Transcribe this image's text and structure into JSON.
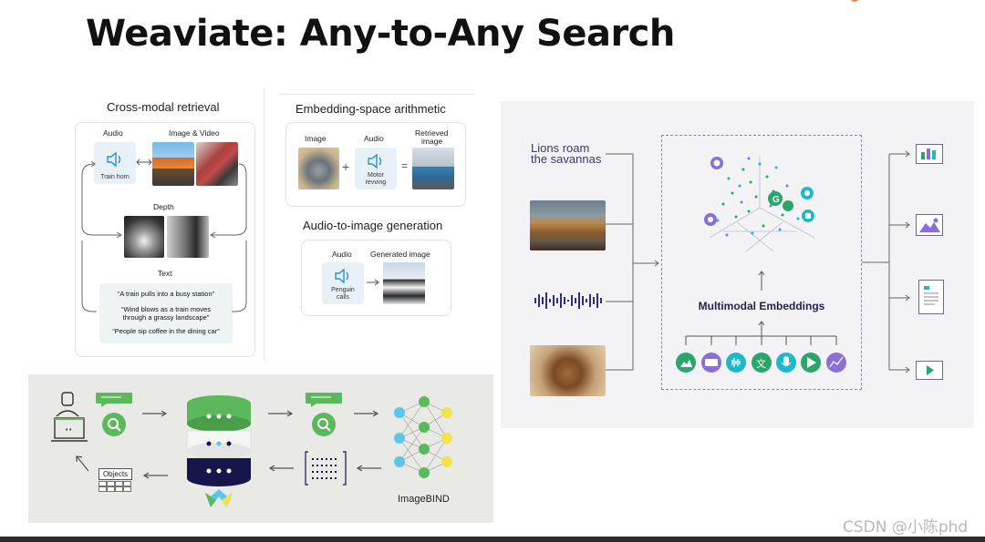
{
  "slide": {
    "title": "Weaviate: Any-to-Any Search"
  },
  "cross_modal": {
    "title": "Cross-modal retrieval",
    "audio_label": "Audio",
    "image_video_label": "Image & Video",
    "train_horn": "Train horn",
    "depth_label": "Depth",
    "text_label": "Text",
    "texts": [
      "“A train pulls into a busy station”",
      "“Wind blows as a train moves",
      "through a grassy landscape”",
      "“People sip coffee in the dining car”"
    ]
  },
  "embedding_arith": {
    "title": "Embedding-space arithmetic",
    "image_label": "Image",
    "audio_label": "Audio",
    "retrieved_label_1": "Retrieved",
    "retrieved_label_2": "image",
    "motor_1": "Motor",
    "motor_2": "revving",
    "plus": "+",
    "equals": "="
  },
  "audio_to_image": {
    "title": "Audio-to-image generation",
    "audio_label": "Audio",
    "generated_label": "Generated image",
    "penguin_1": "Penguin",
    "penguin_2": "calls"
  },
  "multimodal": {
    "lions_line_1": "Lions roam",
    "lions_line_2": "the savannas",
    "embeddings_title": "Multimodal Embeddings",
    "modality_icons": [
      "image-icon",
      "subtitle-icon",
      "audio-icon",
      "translate-icon",
      "mic-icon",
      "play-icon",
      "chart-icon"
    ],
    "output_icons": [
      "chart-output-icon",
      "image-output-icon",
      "document-output-icon",
      "video-output-icon"
    ],
    "colors": {
      "teal": "#1fb8c9",
      "green": "#2aa56b",
      "purple": "#8a6fd6",
      "navy": "#23234d"
    }
  },
  "imagebind": {
    "label": "ImageBIND",
    "objects_label": "Objects",
    "colors": {
      "green": "#5cb85c",
      "dark_navy": "#16164a",
      "blue": "#5bc6e8",
      "yellow": "#f4e24a"
    }
  },
  "watermark": "CSDN @小陈phd"
}
